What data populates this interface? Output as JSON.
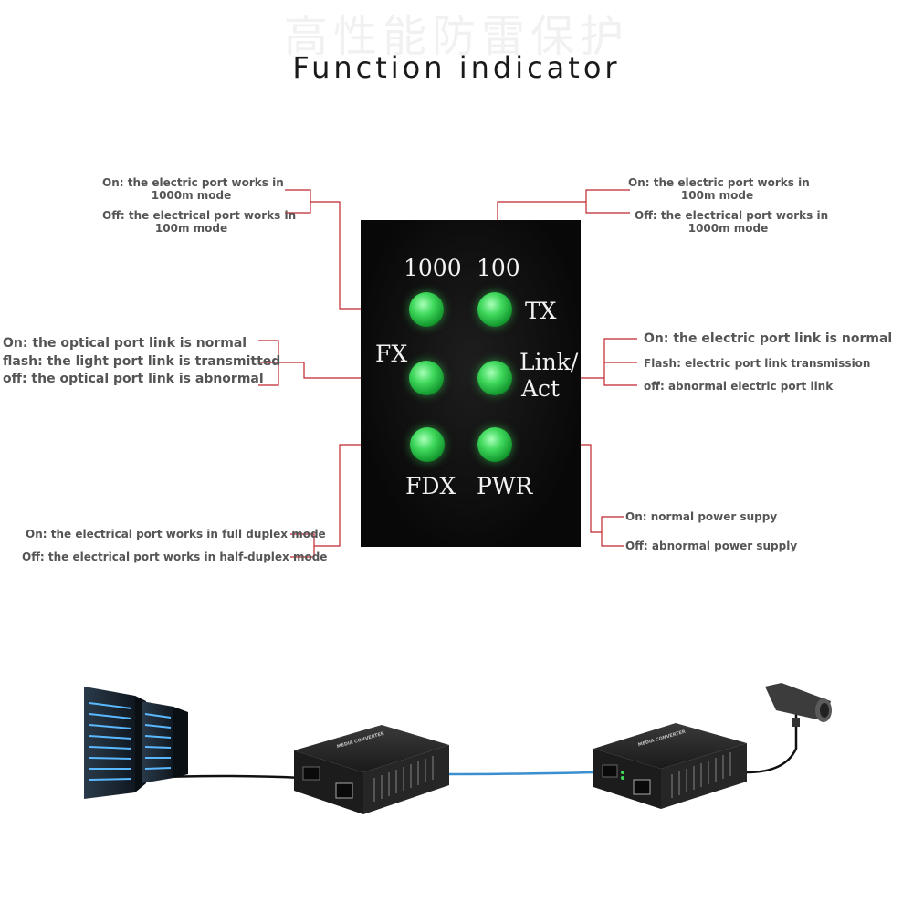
{
  "title": "Function indicator",
  "watermark": "高性能防雷保护",
  "panel": {
    "labels": {
      "l1000": "1000",
      "l100": "100",
      "tx": "TX",
      "fx": "FX",
      "link": "Link/",
      "act": "Act",
      "fdx": "FDX",
      "pwr": "PWR"
    }
  },
  "annotations": {
    "a1000_on_1": "On: the electric port works in",
    "a1000_on_2": "1000m mode",
    "a1000_off_1": "Off: the electrical port works in",
    "a1000_off_2": "100m mode",
    "a100_on_1": "On: the electric port works in",
    "a100_on_2": "100m mode",
    "a100_off_1": "Off: the electrical port works in",
    "a100_off_2": "1000m mode",
    "fx_on": "On: the optical port link is normal",
    "fx_flash": "flash: the light port link is transmitted",
    "fx_off": "off: the optical port link is abnormal",
    "link_on": "On: the electric port link is normal",
    "link_flash": "Flash: electric port link transmission",
    "link_off": "off: abnormal electric port link",
    "fdx_on": "On: the electrical port works in full duplex mode",
    "fdx_off": "Off: the electrical port works in half-duplex mode",
    "pwr_on": "On: normal power suppy",
    "pwr_off": "Off: abnormal power supply"
  },
  "colors": {
    "connector": "#c0262c",
    "fiber": "#3a8fd0",
    "led": "#3fd85c",
    "panel": "#0d0d0d"
  },
  "devices": {
    "server": "server-rack-icon",
    "converter": "media-converter-icon",
    "camera": "cctv-camera-icon",
    "converter_label": "MEDIA CONVERTER"
  }
}
